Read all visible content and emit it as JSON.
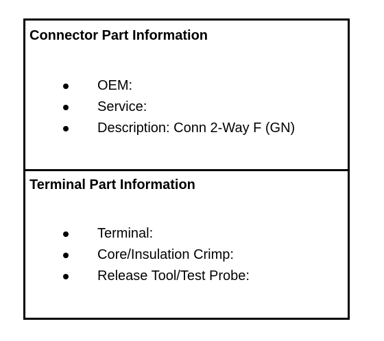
{
  "connector_section": {
    "title": "Connector Part Information",
    "items": [
      {
        "label": "OEM:"
      },
      {
        "label": "Service:"
      },
      {
        "label": "Description: Conn 2-Way F (GN)"
      }
    ]
  },
  "terminal_section": {
    "title": "Terminal Part Information",
    "items": [
      {
        "label": "Terminal:"
      },
      {
        "label": "Core/Insulation Crimp:"
      },
      {
        "label": "Release Tool/Test Probe:"
      }
    ]
  }
}
